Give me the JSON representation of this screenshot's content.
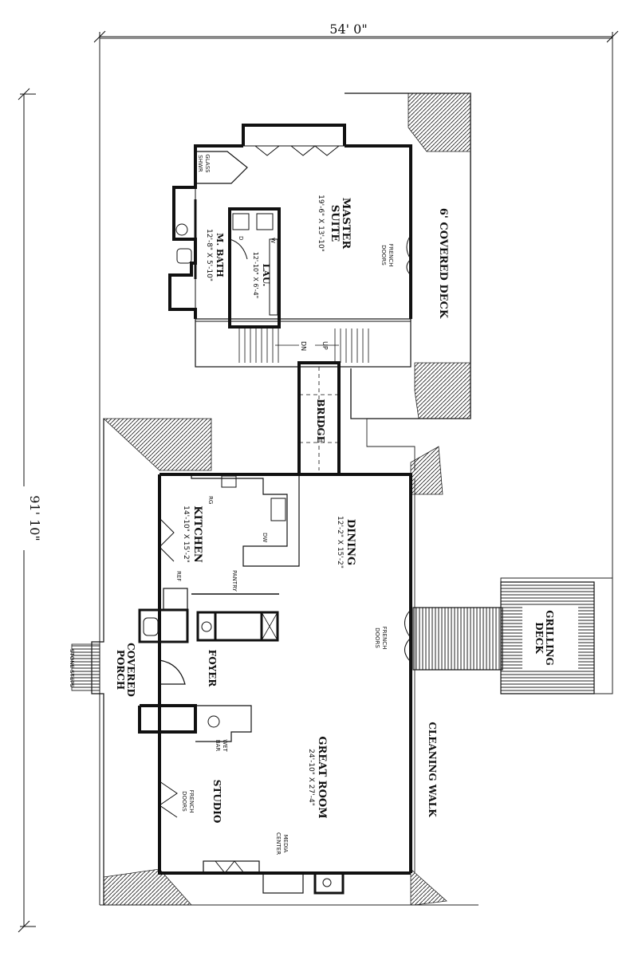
{
  "dimensions": {
    "width": "54' 0\"",
    "depth": "91' 10\""
  },
  "rooms": {
    "master_suite": {
      "name": "MASTER\nSUITE",
      "size": "19'-6\" X 13'-10\""
    },
    "m_bath": {
      "name": "M. BATH",
      "size": "12'-8\" X 5'-10\""
    },
    "lau": {
      "name": "LAU.",
      "size": "12'-10\" X 6'-4\""
    },
    "kitchen": {
      "name": "KITCHEN",
      "size": "14'-10\" X 15'-2\""
    },
    "dining": {
      "name": "DINING",
      "size": "12'-2\" X 15'-2\""
    },
    "great_room": {
      "name": "GREAT ROOM",
      "size": "24'-10\" X 27'-4\""
    },
    "foyer": {
      "name": "FOYER"
    },
    "studio": {
      "name": "STUDIO"
    },
    "covered_porch": {
      "name": "COVERED\nPORCH"
    },
    "bridge": {
      "name": "BRIDGE"
    },
    "covered_deck": {
      "name": "6' COVERED DECK"
    },
    "grilling_deck": {
      "name": "GRILLING\nDECK"
    },
    "cleaning_walk": {
      "name": "CLEANING WALK"
    }
  },
  "labels": {
    "glass_shwr": "GLASS\nSHWR",
    "french_doors": "FRENCH\nDOORS",
    "dn": "DN",
    "up": "UP",
    "w": "W",
    "d": "D",
    "rg": "RG",
    "dw": "DW",
    "pantry": "PANTRY",
    "ref": "REF",
    "wet_bar": "WET\nBAR",
    "media_center": "MEDIA\nCENTER",
    "stone_steps": "STONE STEPS"
  }
}
